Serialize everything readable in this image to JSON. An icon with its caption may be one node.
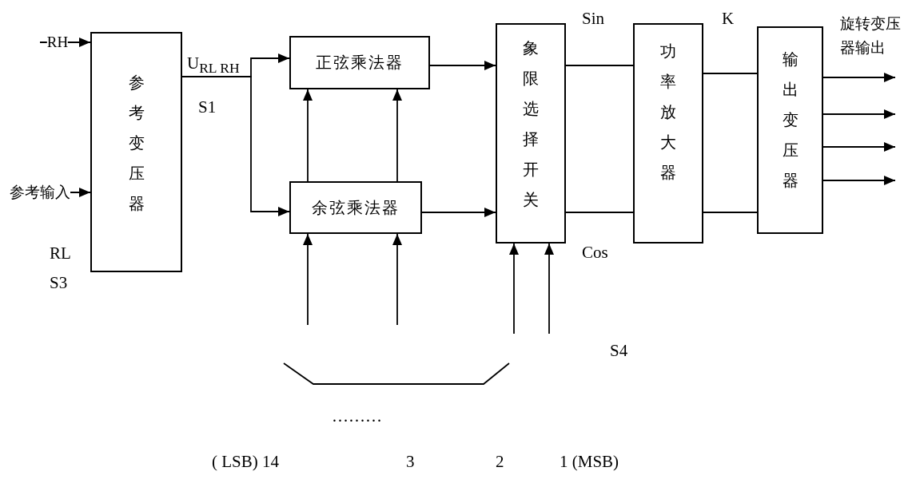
{
  "diagram": {
    "nodes": [
      {
        "text": [
          "参考变压器"
        ]
      },
      {
        "text": [
          "正弦乘法器"
        ]
      },
      {
        "text": [
          "余弦乘法器"
        ]
      },
      {
        "text": [
          "象限选择开关"
        ]
      },
      {
        "text": [
          "功率放大器"
        ]
      },
      {
        "text": [
          "输出变压器"
        ]
      }
    ],
    "edges": [
      {
        "from": null,
        "to": 0,
        "arrow": "to",
        "label": "RH"
      },
      {
        "from": null,
        "to": 0,
        "arrow": "to",
        "label": "参考输入"
      },
      {
        "from": 0,
        "to": 1,
        "arrow": "to"
      },
      {
        "from": 0,
        "to": 2,
        "arrow": "to"
      },
      {
        "from": 2,
        "to": 1,
        "arrow": "to"
      },
      {
        "from": 2,
        "to": 1,
        "arrow": "to"
      },
      {
        "from": 1,
        "to": 3,
        "arrow": "to"
      },
      {
        "from": 2,
        "to": 3,
        "arrow": "to"
      },
      {
        "from": null,
        "to": 2,
        "arrow": "to"
      },
      {
        "from": null,
        "to": 2,
        "arrow": "to"
      },
      {
        "from": null,
        "to": 3,
        "arrow": "to"
      },
      {
        "from": null,
        "to": 3,
        "arrow": "to"
      },
      {
        "from": 3,
        "to": 4,
        "arrow": "none"
      },
      {
        "from": 3,
        "to": 4,
        "arrow": "none"
      },
      {
        "from": 4,
        "to": 5,
        "arrow": "none"
      },
      {
        "from": 4,
        "to": 5,
        "arrow": "none"
      },
      {
        "from": 5,
        "to": null,
        "arrow": "to"
      },
      {
        "from": 5,
        "to": null,
        "arrow": "to"
      },
      {
        "from": 5,
        "to": null,
        "arrow": "to"
      },
      {
        "from": 5,
        "to": null,
        "arrow": "to"
      }
    ],
    "labels": [
      "U$_{RL RH}$",
      "S1",
      "RL",
      "S3",
      "Sin",
      "K",
      "旋转变压器输出",
      "Cos",
      "S4",
      "………",
      "( LSB) 14",
      "3",
      "2",
      "1 (MSB)"
    ]
  }
}
